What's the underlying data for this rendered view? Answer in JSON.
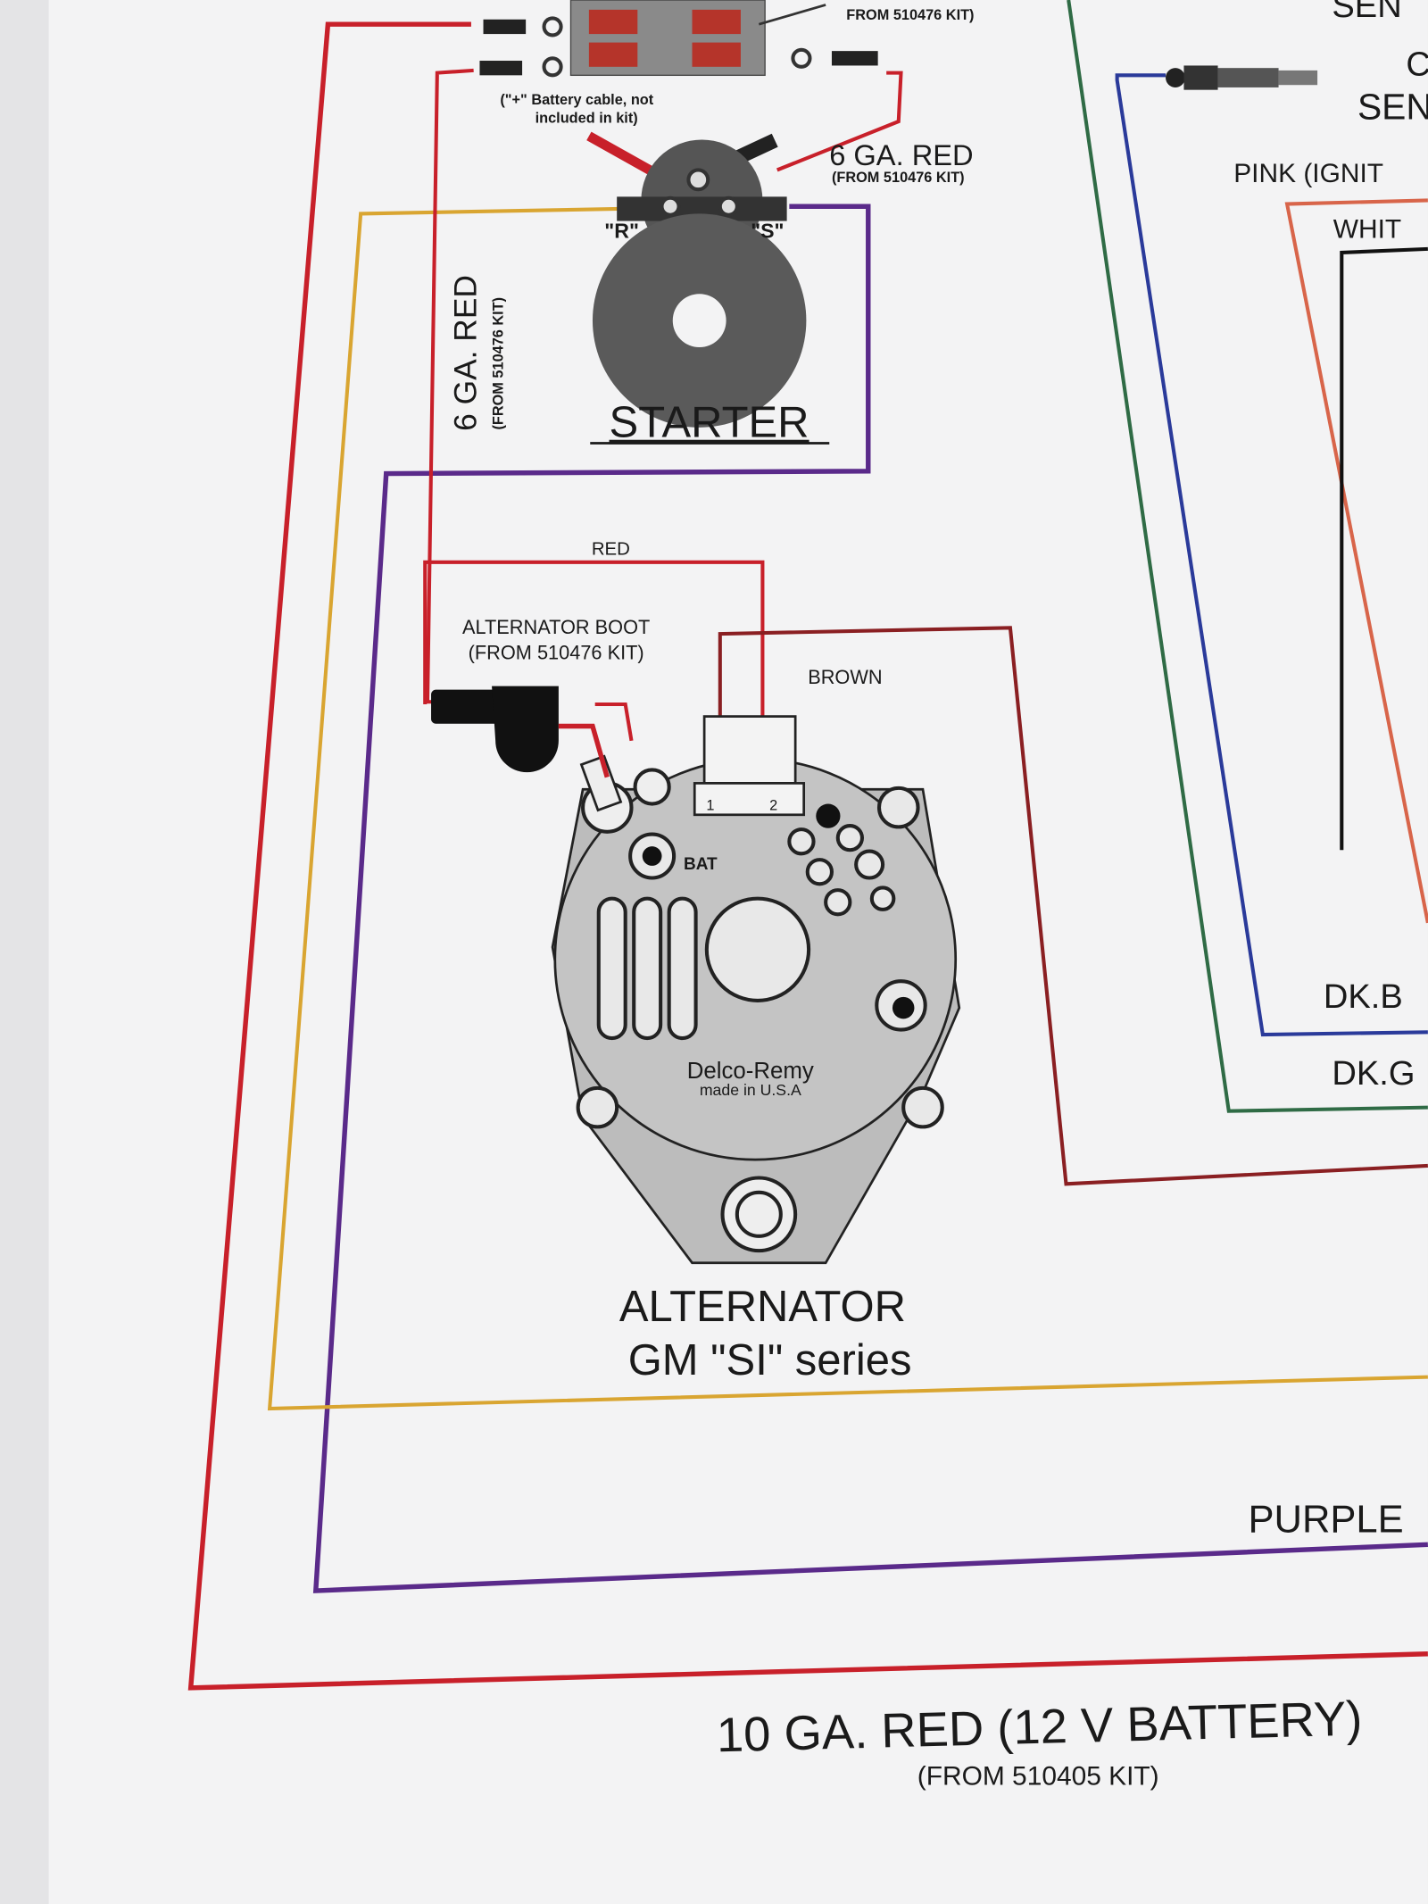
{
  "diagram": {
    "top_labels": {
      "jumper_kit": "FROM 510476 KIT)",
      "battery_cable_note_1": "(\"+\" Battery cable, not",
      "battery_cable_note_2": "included in kit)",
      "six_ga_red": "6 GA. RED",
      "six_ga_red_kit": "(FROM 510476 KIT)",
      "sender_top": "SEN",
      "sender_c": "C",
      "sender_2": "SEN",
      "pink": "PINK (IGNIT",
      "white": "WHIT"
    },
    "starter": {
      "label": "STARTER",
      "r_terminal": "\"R\"",
      "s_terminal": "\"S\""
    },
    "vertical_wire": {
      "label": "6 GA. RED",
      "kit": "(FROM 510476 KIT)"
    },
    "alternator": {
      "red_wire": "RED",
      "boot_label": "ALTERNATOR BOOT",
      "boot_kit": "(FROM 510476 KIT)",
      "brown_wire": "BROWN",
      "bat": "BAT",
      "pin1": "1",
      "pin2": "2",
      "brand": "Delco-Remy",
      "made_in": "made   in U.S.A",
      "title": "ALTERNATOR",
      "series": "GM \"SI\" series"
    },
    "right_labels": {
      "dk_blue": "DK.B",
      "dk_green": "DK.G",
      "purple": "PURPLE"
    },
    "bottom": {
      "battery_wire": "10 GA. RED (12 V BATTERY)",
      "battery_kit": "(FROM 510405 KIT)"
    },
    "wire_colors": {
      "red": "#c8202a",
      "purple": "#5a2a8a",
      "yellow": "#d9a531",
      "brown": "#8a1f22",
      "blue": "#2a3a9a",
      "green": "#2f6b45",
      "orange": "#d8654a",
      "black": "#111111"
    }
  }
}
